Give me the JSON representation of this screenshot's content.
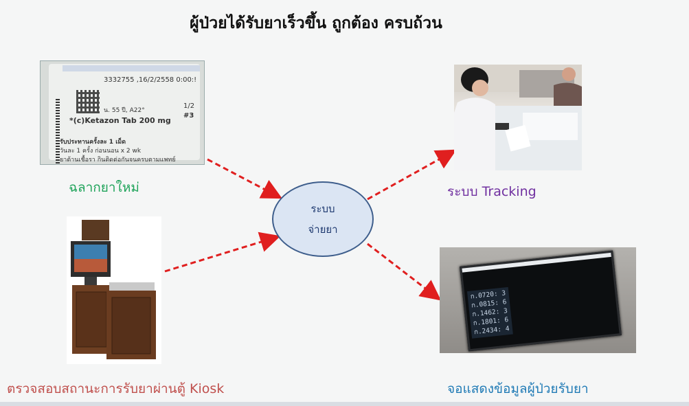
{
  "title": "ผู้ป่วยได้รับยาเร็วขึ้น ถูกต้อง ครบถ้วน",
  "hub": {
    "line1": "ระบบ",
    "line2": "จ่ายยา"
  },
  "captions": {
    "label": "ฉลากยาใหม่",
    "kiosk": "ตรวจสอบสถานะการรับยาผ่านตู้ Kiosk",
    "tracking": "ระบบ Tracking",
    "display": "จอแสดงข้อมูลผู้ป่วยรับยา"
  },
  "label_card": {
    "line_id": "3332755  ,16/2/2558 0:00:!",
    "line_patient": "น. 55 ปี, A22°",
    "line_page": "1/2",
    "line_num": "#3",
    "line_drug": "*(c)Ketazon Tab 200 mg",
    "line_dose": "รับประทานครั้งละ 1 เม็ด",
    "line_freq": "วันละ 1 ครั้ง ก่อนนอน x 2 wk",
    "line_use": "ยาต้านเชื้อรา กินติดต่อกันจนครบตามแพทย์"
  },
  "display_board": {
    "rows": [
      "ก.0720:  3",
      "ก.0815:  6",
      "ก.1462:  3",
      "ก.1801:  6",
      "ก.2434:  4"
    ]
  },
  "colors": {
    "label_caption": "#1fa35a",
    "kiosk_caption": "#c0504d",
    "tracking_caption": "#7030a0",
    "display_caption": "#1f7ab5",
    "arrow": "#e01f1f"
  }
}
